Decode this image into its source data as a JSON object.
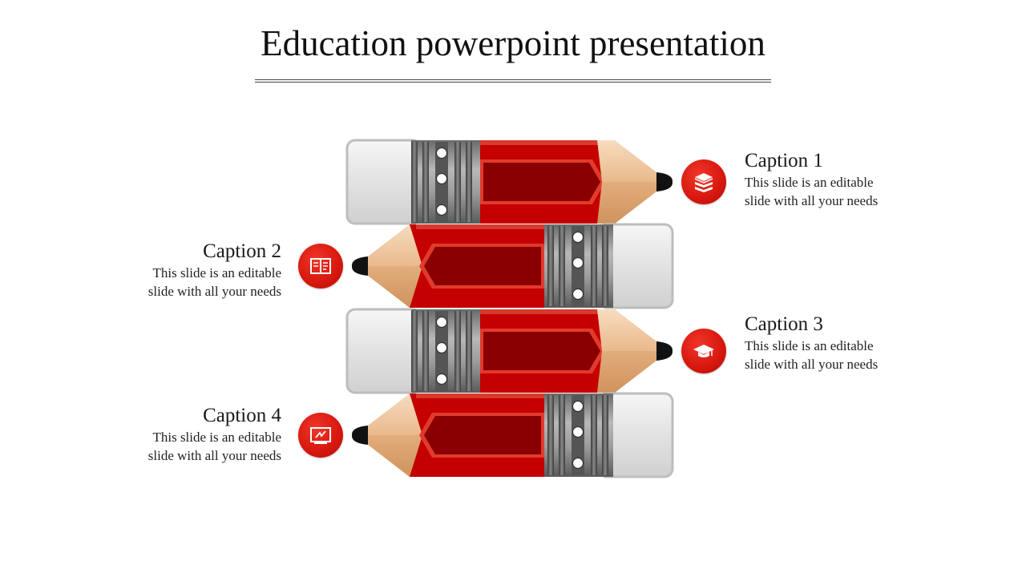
{
  "title": "Education powerpoint presentation",
  "colors": {
    "accent": "#d6170e",
    "pencil_body": "#c40000",
    "pencil_inner": "#8a0000"
  },
  "captions": [
    {
      "title": "Caption 1",
      "body_line1": "This slide is an editable",
      "body_line2": "slide with all your needs",
      "icon": "books-icon"
    },
    {
      "title": "Caption 2",
      "body_line1": "This slide is an editable",
      "body_line2": "slide with all your needs",
      "icon": "open-book-icon"
    },
    {
      "title": "Caption 3",
      "body_line1": "This slide is an editable",
      "body_line2": "slide with all your needs",
      "icon": "graduation-cap-icon"
    },
    {
      "title": "Caption 4",
      "body_line1": "This slide is an editable",
      "body_line2": "slide with all your needs",
      "icon": "chalkboard-icon"
    }
  ]
}
